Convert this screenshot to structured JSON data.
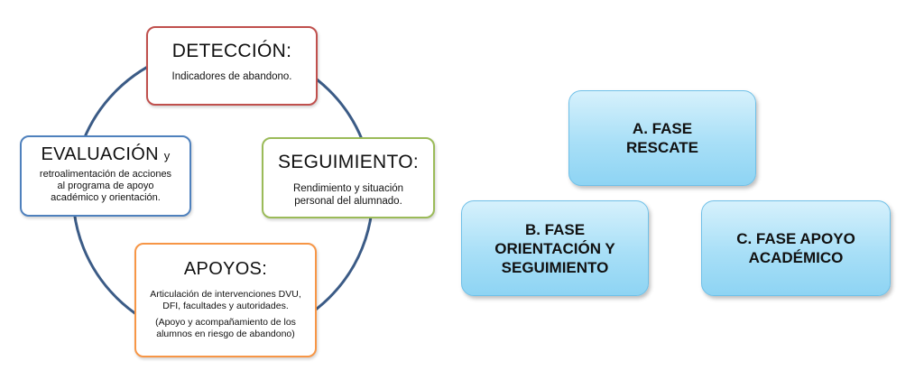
{
  "cycle": {
    "ring_color": "#3b5b86",
    "deteccion": {
      "title": "DETECCIÓN:",
      "desc": "Indicadores de abandono.",
      "border_color": "#c0504d"
    },
    "seguimiento": {
      "title": "SEGUIMIENTO:",
      "desc_line1": "Rendimiento y situación",
      "desc_line2": "personal del alumnado.",
      "border_color": "#9bbb59"
    },
    "evaluacion": {
      "title": "EVALUACIÓN",
      "title_suffix": "y",
      "desc_line1": "retroalimentación de acciones",
      "desc_line2": "al programa de apoyo",
      "desc_line3": "académico y orientación.",
      "border_color": "#4f81bd"
    },
    "apoyos": {
      "title": "APOYOS:",
      "desc_line1": "Articulación de intervenciones DVU,",
      "desc_line2": "DFI, facultades y autoridades.",
      "desc_line3": "(Apoyo y acompañamiento de los",
      "desc_line4": "alumnos en riesgo de abandono)",
      "border_color": "#f79646"
    }
  },
  "phases": {
    "fill_color": "#a8dff7",
    "a": {
      "line1": "A. FASE",
      "line2": "RESCATE"
    },
    "b": {
      "line1": "B. FASE",
      "line2": "ORIENTACIÓN Y",
      "line3": "SEGUIMIENTO"
    },
    "c": {
      "line1": "C. FASE APOYO",
      "line2": "ACADÉMICO"
    }
  }
}
